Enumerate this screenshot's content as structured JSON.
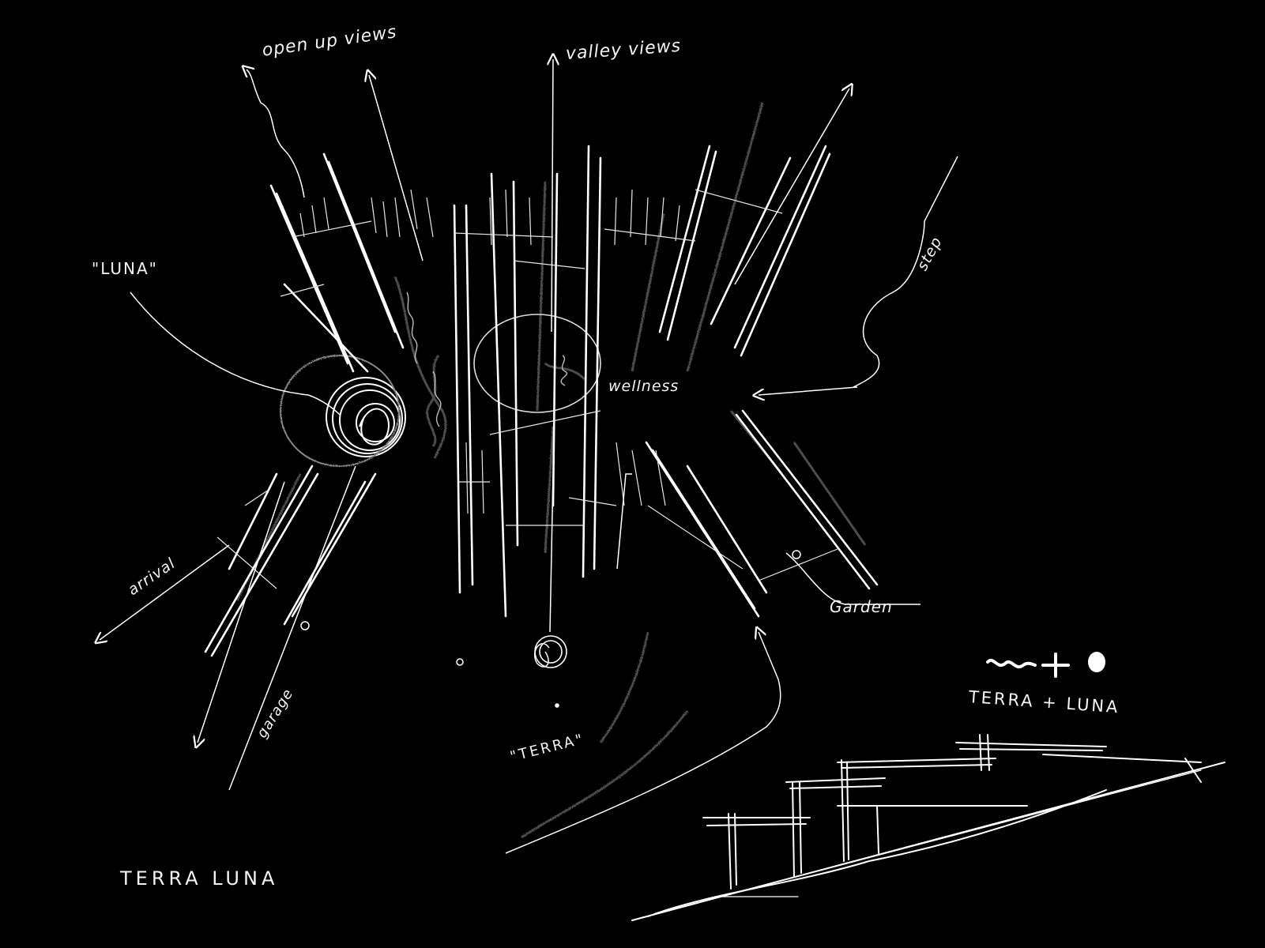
{
  "sketch": {
    "background_color": "#000000",
    "stroke_color": "#ffffff",
    "chalk_color": "#9a9a9a"
  },
  "labels": {
    "open_up_views": "open up views",
    "valley_views": "valley views",
    "luna_quoted": "\"LUNA\"",
    "step": "step",
    "wellness": "wellness",
    "arrival": "arrival",
    "garage": "garage",
    "terra_quoted": "\"TERRA\"",
    "garden": "Garden",
    "terra_luna": "TERRA LUNA",
    "terra_plus_luna": "TERRA + LUNA"
  },
  "logo": {
    "description": "wave plus moon mark",
    "icon": "terra-plus-luna-logo-icon"
  }
}
